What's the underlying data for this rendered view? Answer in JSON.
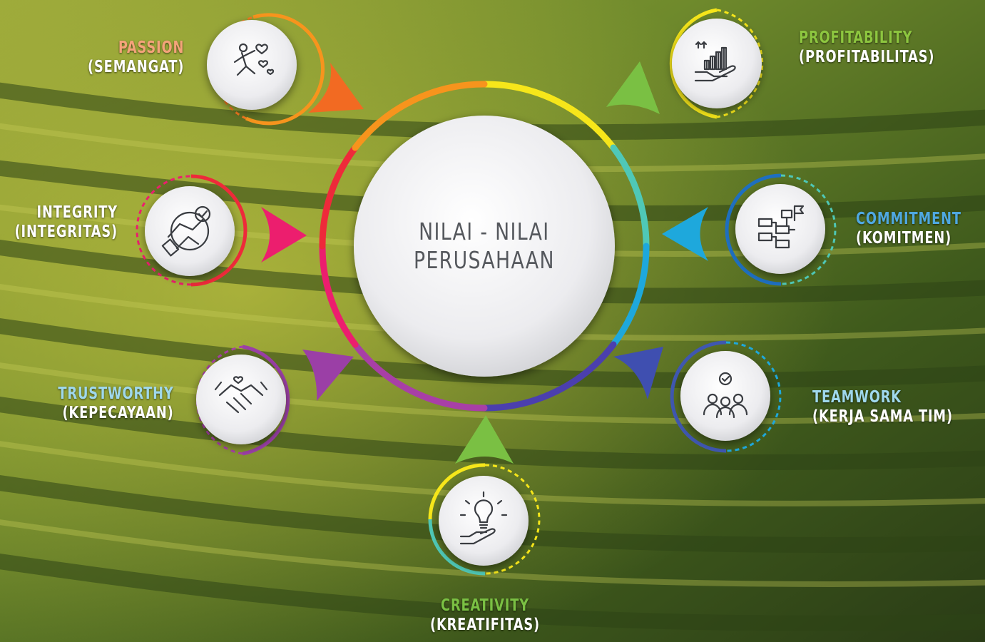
{
  "center": {
    "line1": "NILAI - NILAI",
    "line2": "PERUSAHAAN"
  },
  "values": [
    {
      "id": "passion",
      "title": "PASSION",
      "subtitle": "(SEMANGAT)",
      "title_color": "#f4a37a",
      "icon": "person-with-hearts-icon",
      "ring_color": "#f47a20"
    },
    {
      "id": "integrity",
      "title": "INTEGRITY",
      "subtitle": "(INTEGRITAS)",
      "title_color": "#ffffff",
      "icon": "handshake-badge-icon",
      "ring_color": "#ec1e6e"
    },
    {
      "id": "trustworthy",
      "title": "TRUSTWORTHY",
      "subtitle": "(KEPECAYAAN)",
      "title_color": "#9fd8ec",
      "icon": "handshake-heart-icon",
      "ring_color": "#9b3fa6"
    },
    {
      "id": "creativity",
      "title": "CREATIVITY",
      "subtitle": "(KREATIFITAS)",
      "title_color": "#7ac043",
      "icon": "lightbulb-hand-icon",
      "ring_color": "#7ac043"
    },
    {
      "id": "teamwork",
      "title": "TEAMWORK",
      "subtitle": "(KERJA SAMA TIM)",
      "title_color": "#9fd8ec",
      "icon": "team-check-icon",
      "ring_color": "#3f57b0"
    },
    {
      "id": "commitment",
      "title": "COMMITMENT",
      "subtitle": "(KOMITMEN)",
      "title_color": "#4fa8e0",
      "icon": "flowchart-flag-icon",
      "ring_color": "#1ea8dc"
    },
    {
      "id": "profitability",
      "title": "PROFITABILITY",
      "subtitle": "(PROFITABILITAS)",
      "title_color": "#8dc63f",
      "icon": "bar-chart-hand-icon",
      "ring_color": "#7ac043"
    }
  ]
}
